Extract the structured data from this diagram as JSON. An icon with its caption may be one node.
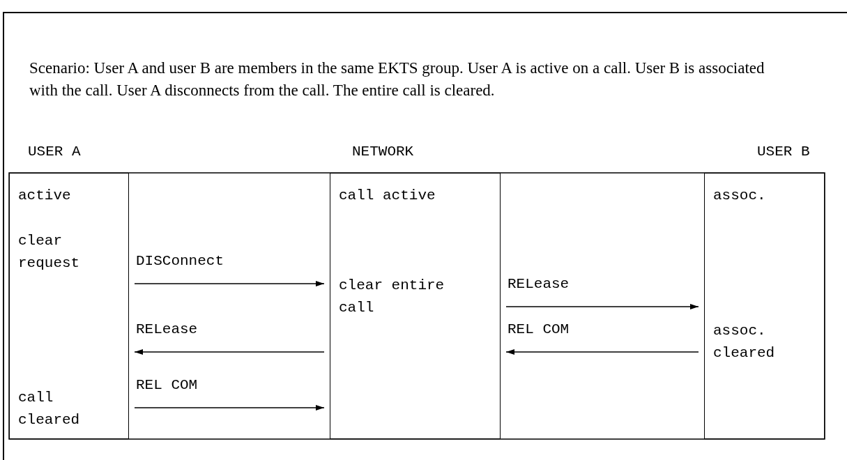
{
  "diagram": {
    "nodes": [
      {
        "text": [
          "active",
          "clear request",
          "call cleared"
        ]
      },
      {
        "text": [
          "call active",
          "clear entire call"
        ]
      },
      {
        "text": [
          "assoc.",
          "assoc. cleared"
        ]
      }
    ],
    "edges": [
      {
        "from": 0,
        "to": 1,
        "arrow": "to",
        "label": "DISConnect"
      },
      {
        "from": 1,
        "to": 0,
        "arrow": "to",
        "label": "RELease"
      },
      {
        "from": 0,
        "to": 1,
        "arrow": "to",
        "label": "REL COM"
      },
      {
        "from": 1,
        "to": 2,
        "arrow": "to",
        "label": "RELease"
      },
      {
        "from": 2,
        "to": 1,
        "arrow": "to",
        "label": "REL COM"
      }
    ],
    "labels": [
      "Scenario: User A and user B are members in the same EKTS group. User A is active on a call. User B is associated with the call. User A disconnects from the call. The entire call is cleared.",
      "USER A",
      "NETWORK",
      "USER B"
    ]
  }
}
